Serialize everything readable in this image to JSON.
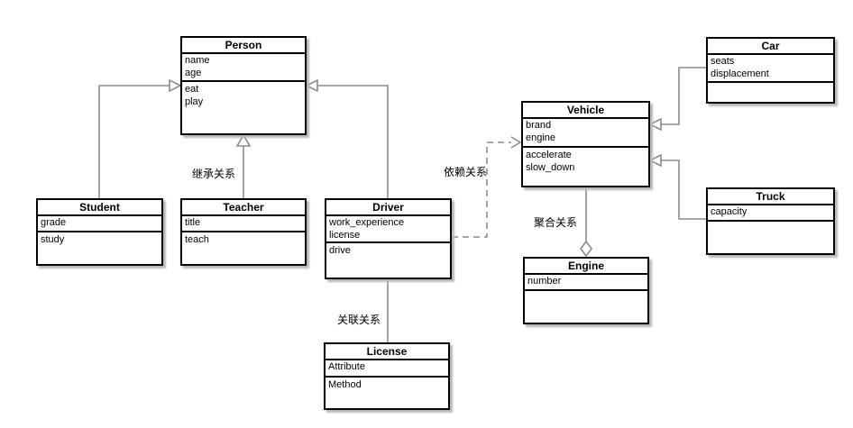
{
  "diagram": {
    "type": "uml-class-diagram",
    "classes": [
      {
        "id": "person",
        "title": "Person",
        "attributes": [
          "name",
          "age"
        ],
        "methods": [
          "eat",
          "play"
        ]
      },
      {
        "id": "student",
        "title": "Student",
        "attributes": [
          "grade"
        ],
        "methods": [
          "study"
        ]
      },
      {
        "id": "teacher",
        "title": "Teacher",
        "attributes": [
          "title"
        ],
        "methods": [
          "teach"
        ]
      },
      {
        "id": "driver",
        "title": "Driver",
        "attributes": [
          "work_experience",
          "license"
        ],
        "methods": [
          "drive"
        ]
      },
      {
        "id": "license",
        "title": "License",
        "attributes": [
          "Attribute"
        ],
        "methods": [
          "Method"
        ]
      },
      {
        "id": "vehicle",
        "title": "Vehicle",
        "attributes": [
          "brand",
          "engine"
        ],
        "methods": [
          "accelerate",
          "slow_down"
        ]
      },
      {
        "id": "engine",
        "title": "Engine",
        "attributes": [
          "number"
        ],
        "methods": []
      },
      {
        "id": "car",
        "title": "Car",
        "attributes": [
          "seats",
          "displacement"
        ],
        "methods": []
      },
      {
        "id": "truck",
        "title": "Truck",
        "attributes": [
          "capacity"
        ],
        "methods": []
      }
    ],
    "labels": {
      "inheritance": "继承关系",
      "association": "关联关系",
      "dependency": "依赖关系",
      "aggregation": "聚合关系"
    },
    "edges": [
      {
        "from": "Student",
        "to": "Person",
        "type": "inheritance"
      },
      {
        "from": "Teacher",
        "to": "Person",
        "type": "inheritance",
        "label": "继承关系"
      },
      {
        "from": "Driver",
        "to": "Person",
        "type": "inheritance"
      },
      {
        "from": "Driver",
        "to": "License",
        "type": "association",
        "label": "关联关系"
      },
      {
        "from": "Driver",
        "to": "Vehicle",
        "type": "dependency",
        "label": "依赖关系"
      },
      {
        "from": "Engine",
        "to": "Vehicle",
        "type": "aggregation",
        "label": "聚合关系"
      },
      {
        "from": "Car",
        "to": "Vehicle",
        "type": "inheritance"
      },
      {
        "from": "Truck",
        "to": "Vehicle",
        "type": "inheritance"
      }
    ],
    "colors": {
      "box_border": "#000000",
      "box_fill": "#ffffff",
      "connector": "#8c8c8c",
      "shadow": "#b8b8b8",
      "text": "#000000"
    }
  }
}
